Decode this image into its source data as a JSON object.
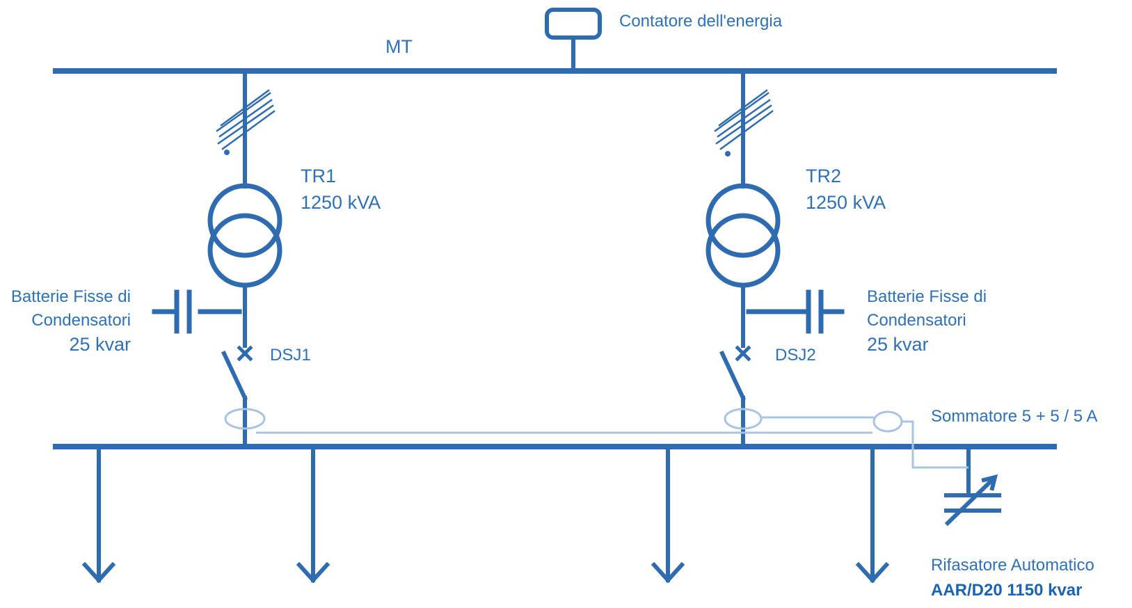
{
  "colors": {
    "line": "#2e6bb0",
    "text": "#2e71b8",
    "wire": "#a8c4e2",
    "text_bold": "#1a63b5"
  },
  "labels": {
    "meter": "Contatore dell'energia",
    "mt": "MT",
    "tr1_name": "TR1",
    "tr1_power": "1250 kVA",
    "tr2_name": "TR2",
    "tr2_power": "1250 kVA",
    "cap_left_1": "Batterie Fisse di",
    "cap_left_2": "Condensatori",
    "cap_left_3": "25 kvar",
    "cap_right_1": "Batterie Fisse di",
    "cap_right_2": "Condensatori",
    "cap_right_3": "25 kvar",
    "dsj1": "DSJ1",
    "dsj2": "DSJ2",
    "summator": "Sommatore 5 + 5 / 5 A",
    "auto_1": "Rifasatore Automatico",
    "auto_2": "AAR/D20 1150 kvar"
  }
}
